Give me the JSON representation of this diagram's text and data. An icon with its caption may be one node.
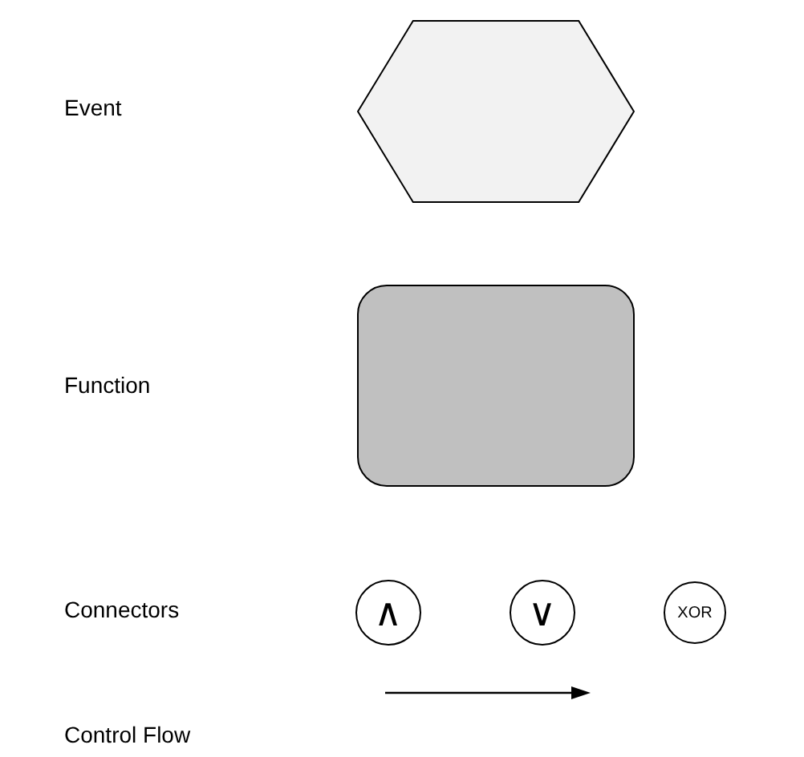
{
  "diagram": {
    "nodes": [
      {
        "text": [],
        "shape": "hexagon"
      },
      {
        "text": [],
        "shape": "box"
      },
      {
        "text": [
          "∧"
        ]
      },
      {
        "text": [
          "∨"
        ]
      },
      {
        "text": [
          "XOR"
        ]
      }
    ],
    "labels": [
      "Event",
      "Function",
      "Connectors",
      "Control Flow"
    ]
  }
}
